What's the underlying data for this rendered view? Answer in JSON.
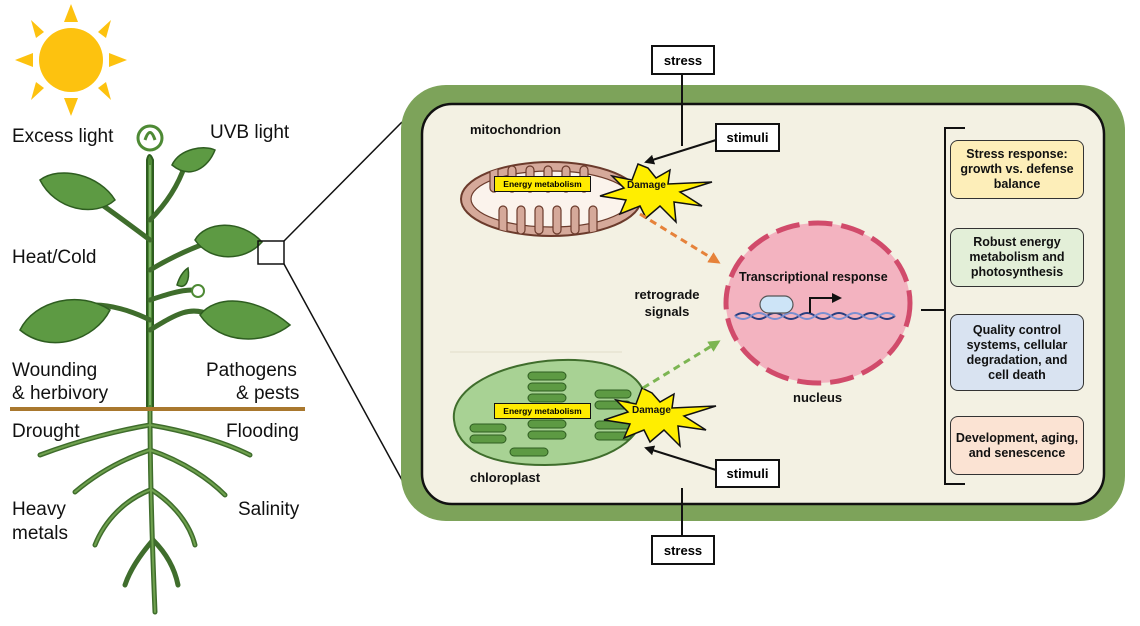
{
  "stress_factors": {
    "excess_light": "Excess light",
    "uvb_light": "UVB light",
    "heat_cold": "Heat/Cold",
    "wounding_line1": "Wounding",
    "wounding_line2": "& herbivory",
    "pathogens_line1": "Pathogens",
    "pathogens_line2": "& pests",
    "drought": "Drought",
    "flooding": "Flooding",
    "heavy_metals_line1": "Heavy",
    "heavy_metals_line2": "metals",
    "salinity": "Salinity"
  },
  "cell": {
    "stress_top": "stress",
    "stress_bottom": "stress",
    "stimuli_top": "stimuli",
    "stimuli_bottom": "stimuli",
    "mitochondrion_label": "mitochondrion",
    "chloroplast_label": "chloroplast",
    "energy_metabolism_mito": "Energy metabolism",
    "energy_metabolism_chloro": "Energy metabolism",
    "damage_mito": "Damage",
    "damage_chloro": "Damage",
    "retrograde_line1": "retrograde",
    "retrograde_line2": "signals",
    "transcriptional_response": "Transcriptional response",
    "nucleus_label": "nucleus"
  },
  "outcomes": [
    {
      "text": "Stress response: growth vs. defense balance",
      "color": "#fdeeb9"
    },
    {
      "text": "Robust energy metabolism and photosynthesis",
      "color": "#e3efd8"
    },
    {
      "text": "Quality control systems, cellular degradation, and cell death",
      "color": "#d9e3f1"
    },
    {
      "text": "Development, aging, and senescence",
      "color": "#fbe3d3"
    }
  ],
  "colors": {
    "cell_wall": "#7da35a",
    "cytoplasm": "#f3f1e3",
    "mitochondrion": "#d5a99a",
    "chloroplast": "#8fc27a",
    "nucleus": "#f3b3c0",
    "mito_arrow": "#e6823a",
    "chloro_arrow": "#7cb552",
    "ground_line": "#a9782e",
    "sun": "#fdc20f"
  }
}
